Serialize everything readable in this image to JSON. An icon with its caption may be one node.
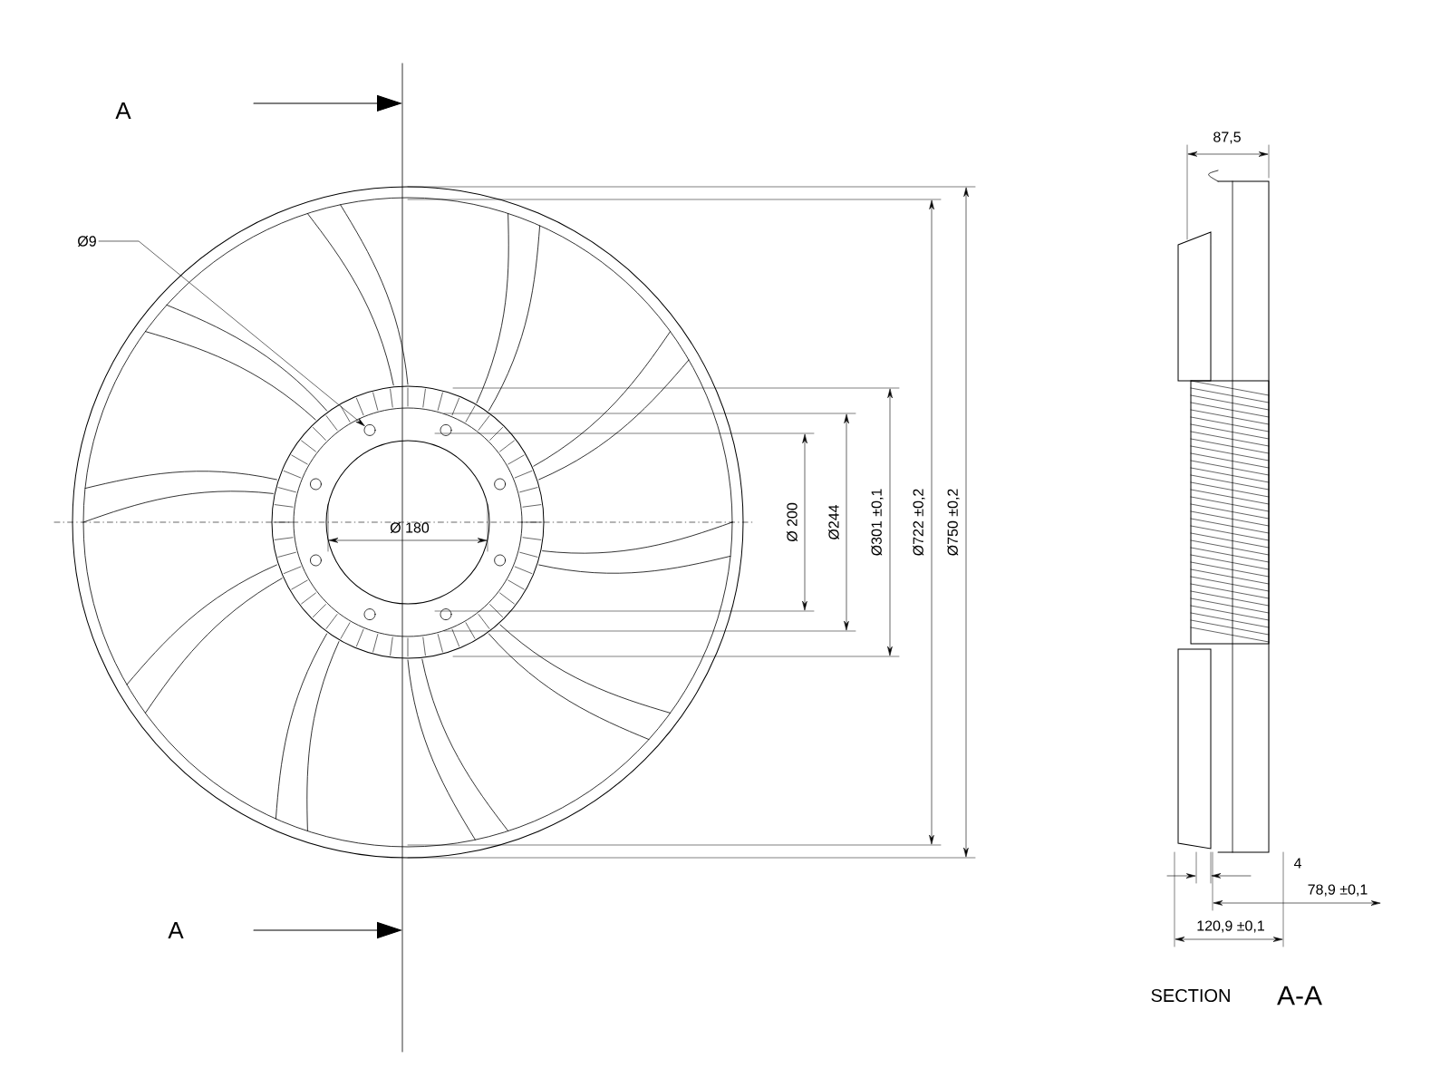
{
  "diagram": {
    "nodes": [
      {
        "text": [
          "Ø9"
        ]
      },
      {
        "text": [],
        "shape": "circle"
      }
    ],
    "edges": [
      {
        "from": 0,
        "to": 1,
        "arrow": "to"
      }
    ],
    "labels": [
      "A",
      "87,5",
      "Ø 200",
      "Ø244",
      "Ø301 ±0,1",
      "Ø722 ±0,2",
      "Ø750 ±0,2",
      "Ø 180",
      "4",
      "78,9 ±0,1",
      "A",
      "120,9 ±0,1",
      "SECTION",
      "A-A"
    ]
  }
}
